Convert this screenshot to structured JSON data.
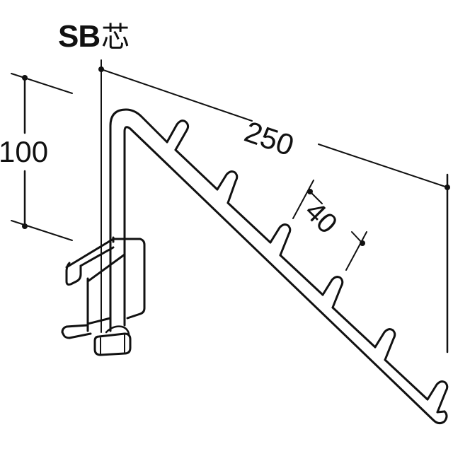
{
  "title": {
    "code": "SB",
    "suffix": "芯"
  },
  "dimensions": {
    "height": "100",
    "length": "250",
    "peg_pitch": "40"
  },
  "product": {
    "parts": [
      "mounting-clip",
      "wire-rod",
      "diagonal-arm",
      "pegs",
      "thumb-screw"
    ],
    "peg_count": 6
  },
  "colors": {
    "line": "#111111",
    "background": "#ffffff"
  }
}
